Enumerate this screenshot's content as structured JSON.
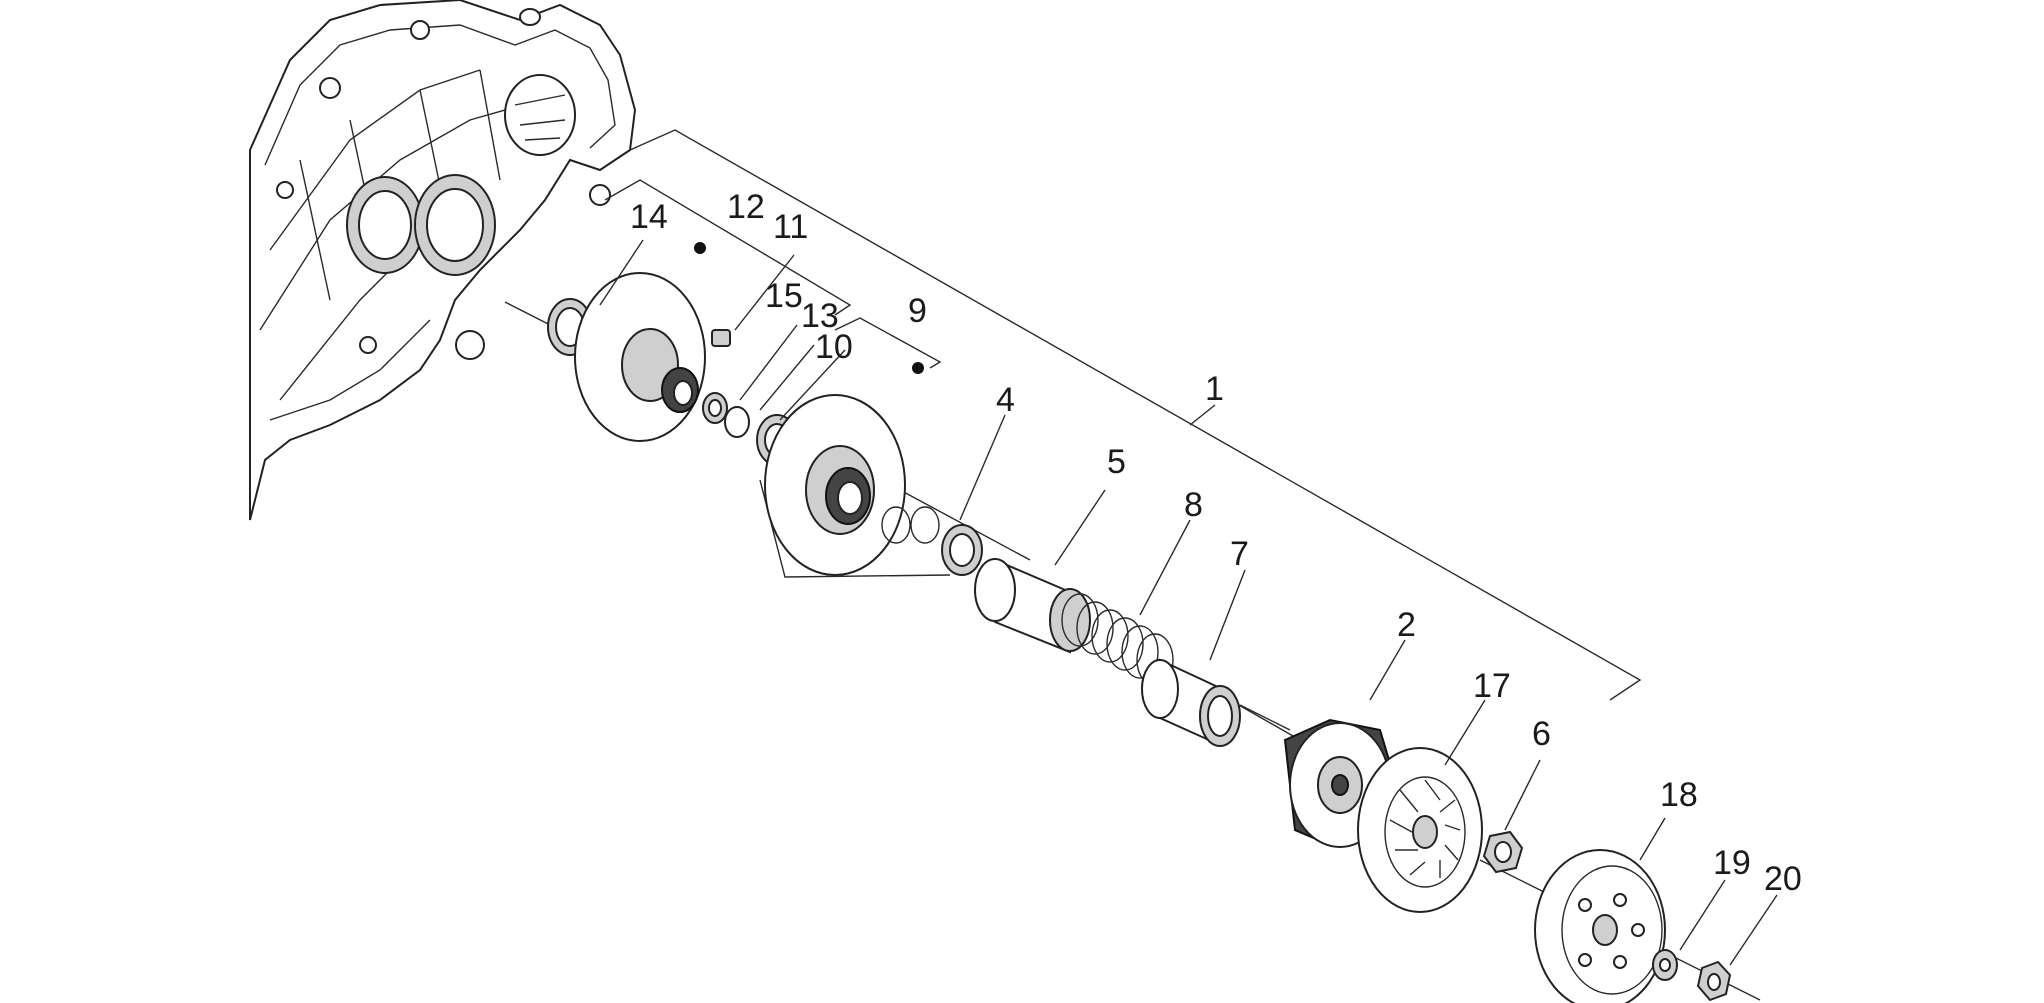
{
  "diagram": {
    "callouts": [
      "1",
      "2",
      "4",
      "5",
      "6",
      "7",
      "8",
      "9",
      "10",
      "11",
      "12",
      "13",
      "14",
      "15",
      "17",
      "18",
      "19",
      "20"
    ]
  }
}
